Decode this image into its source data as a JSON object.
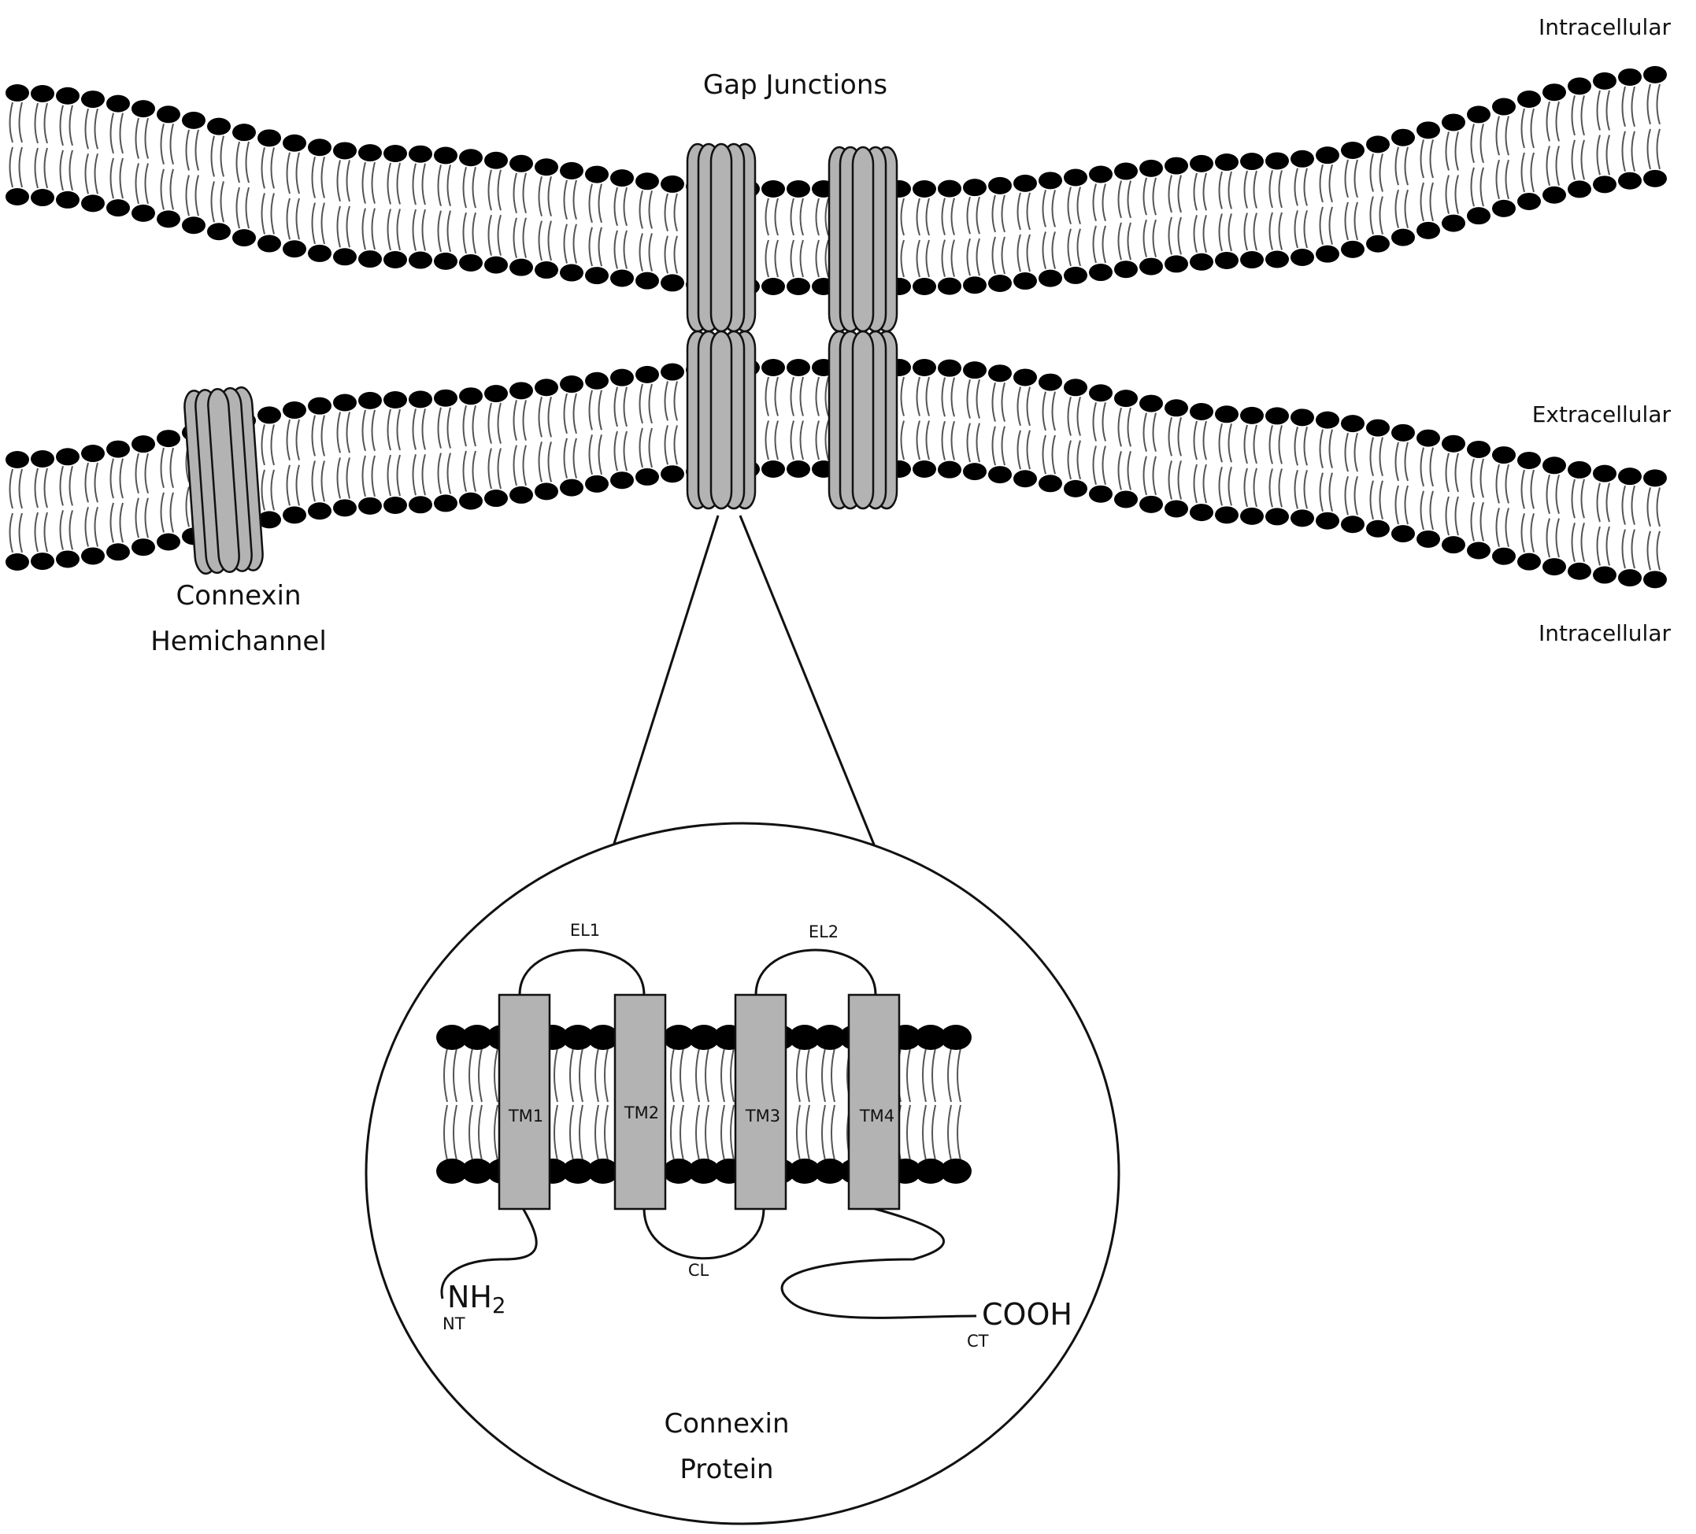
{
  "labels": {
    "gap_junctions": "Gap Junctions",
    "intracellular_top": "Intracellular",
    "extracellular": "Extracellular",
    "intracellular_bottom": "Intracellular",
    "hemichannel_line1": "Connexin",
    "hemichannel_line2": "Hemichannel",
    "protein_line1": "Connexin",
    "protein_line2": "Protein"
  },
  "protein": {
    "tm_segments": [
      "TM1",
      "TM2",
      "TM3",
      "TM4"
    ],
    "extracellular_loops": [
      "EL1",
      "EL2"
    ],
    "cytoplasmic_loop": "CL",
    "n_term_main": "NH",
    "n_term_sub": "2",
    "n_term_label": "NT",
    "c_term": "COOH",
    "c_term_label": "CT"
  },
  "colors": {
    "head": "#000000",
    "tail": "#555555",
    "protein_fill": "#b3b3b3",
    "outline": "#111111"
  }
}
